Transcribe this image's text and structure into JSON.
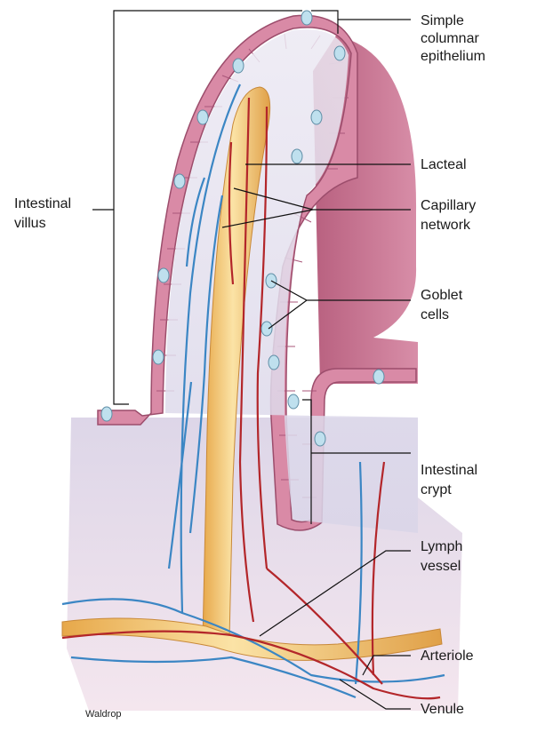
{
  "labels": {
    "simple_columnar_epithelium": [
      "Simple",
      "columnar",
      "epithelium"
    ],
    "lacteal": [
      "Lacteal"
    ],
    "capillary_network": [
      "Capillary",
      "network"
    ],
    "intestinal_villus": [
      "Intestinal",
      "villus"
    ],
    "goblet_cells": [
      "Goblet",
      "cells"
    ],
    "intestinal_crypt": [
      "Intestinal",
      "crypt"
    ],
    "lymph_vessel": [
      "Lymph",
      "vessel"
    ],
    "arteriole": [
      "Arteriole"
    ],
    "venule": [
      "Venule"
    ]
  },
  "credit": "Waldrop",
  "colors": {
    "epithelium": "#d98aa6",
    "lumen": "#c96f8d",
    "lamina_propria": "#e3e0ef",
    "lacteal": "#f2c56a",
    "artery": "#b3262a",
    "vein": "#3b86c4",
    "goblet": "#bfe0ee"
  }
}
